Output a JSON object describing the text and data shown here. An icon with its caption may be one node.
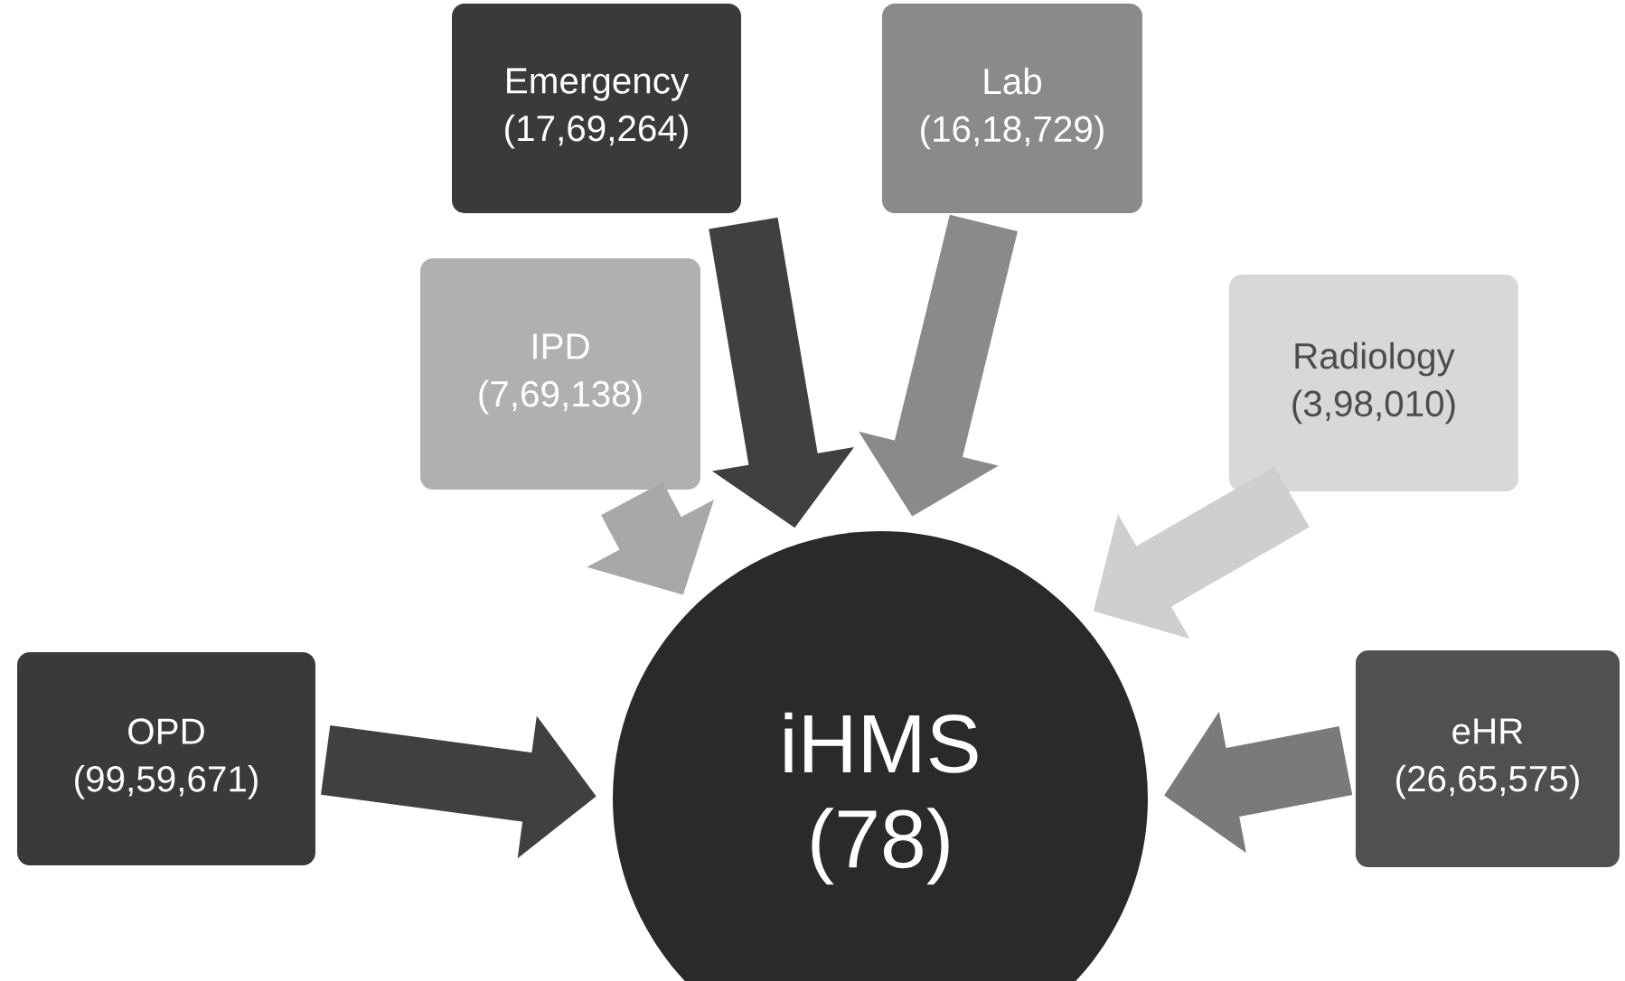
{
  "diagram": {
    "nodes": [
      {
        "text": [
          "Emergency",
          "(17,69,264)"
        ]
      },
      {
        "text": [
          "Lab",
          "(16,18,729)"
        ]
      },
      {
        "text": [
          "IPD",
          "(7,69,138)"
        ]
      },
      {
        "text": [
          "Radiology",
          "(3,98,010)"
        ]
      },
      {
        "text": [
          "OPD",
          "(99,59,671)"
        ]
      },
      {
        "text": [
          "iHMS",
          "(78)"
        ]
      },
      {
        "text": [
          "eHR",
          "(26,65,575)"
        ]
      }
    ],
    "edges": [
      {
        "from": 0,
        "to": 5,
        "arrow": "to"
      },
      {
        "from": 1,
        "to": 5,
        "arrow": "to",
        "color": "#8a8a8a"
      },
      {
        "from": 2,
        "to": 5,
        "arrow": "to",
        "color": "#a8a8a8"
      },
      {
        "from": 3,
        "to": 5,
        "arrow": "to",
        "color": "#cfcfcf"
      },
      {
        "from": 4,
        "to": 5,
        "arrow": "to"
      },
      {
        "from": 6,
        "to": 5,
        "arrow": "to",
        "color": "#7a7a7a"
      }
    ]
  }
}
